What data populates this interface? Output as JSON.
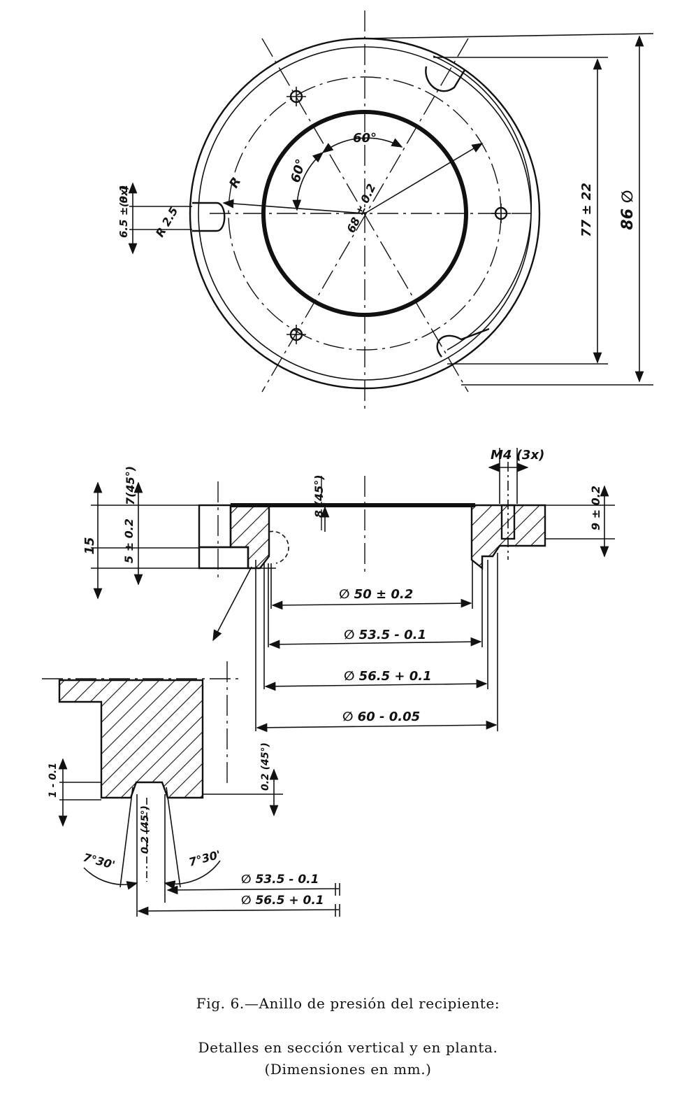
{
  "plan_view": {
    "dim_outer_diameter": "86 ∅",
    "dim_inner_span": "77 ± 22",
    "dim_bore": "68 ± 0.2",
    "angle_a": "60°",
    "angle_b": "60°",
    "radius": "R",
    "slot_radius": "R 2.5",
    "slot_width": "6.5 ± 0.1",
    "slot_count": "(3x)"
  },
  "section_view": {
    "height_total": "15",
    "step_height": "5 ± 0.2",
    "chamfer_top": "7(45°)",
    "chamfer_bore": "8 (45°)",
    "thread": "M4 (3x)",
    "thread_depth": "9 ± 0.2",
    "dia_1": "∅ 50 ± 0.2",
    "dia_2": "∅ 53.5 - 0.1",
    "dia_3": "∅ 56.5 + 0.1",
    "dia_4": "∅ 60 - 0.05"
  },
  "detail_view": {
    "step_height": "1 - 0.1",
    "chamfer_a": "0.2 (45°)",
    "chamfer_b": "0.2 (45°)",
    "angle_left": "7°30'",
    "angle_right": "7°30'",
    "dia_1": "∅ 53.5 - 0.1",
    "dia_2": "∅ 56.5 + 0.1"
  },
  "caption": {
    "line1": "Fig. 6.—Anillo de presión del recipiente:",
    "line2": "Detalles en sección vertical y en planta.",
    "line3": "(Dimensiones en mm.)"
  }
}
